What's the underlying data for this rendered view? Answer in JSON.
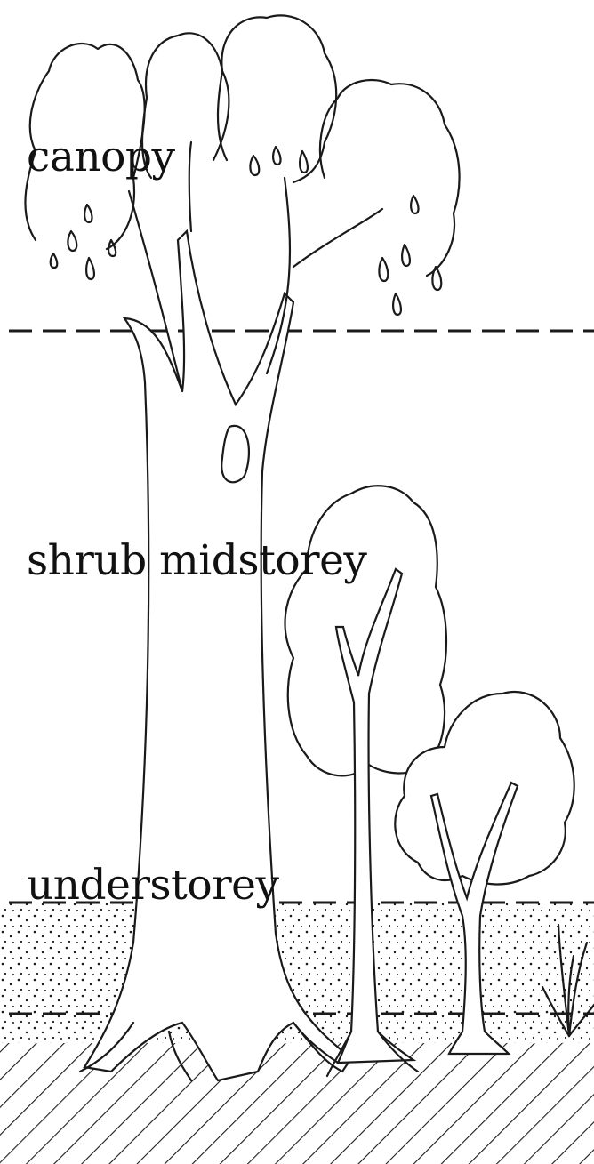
{
  "labels": {
    "canopy": "canopy",
    "shrub_midstorey": "shrub midstorey",
    "understorey": "understorey"
  },
  "colors": {
    "ink": "#1a1a1a",
    "background": "#ffffff"
  }
}
